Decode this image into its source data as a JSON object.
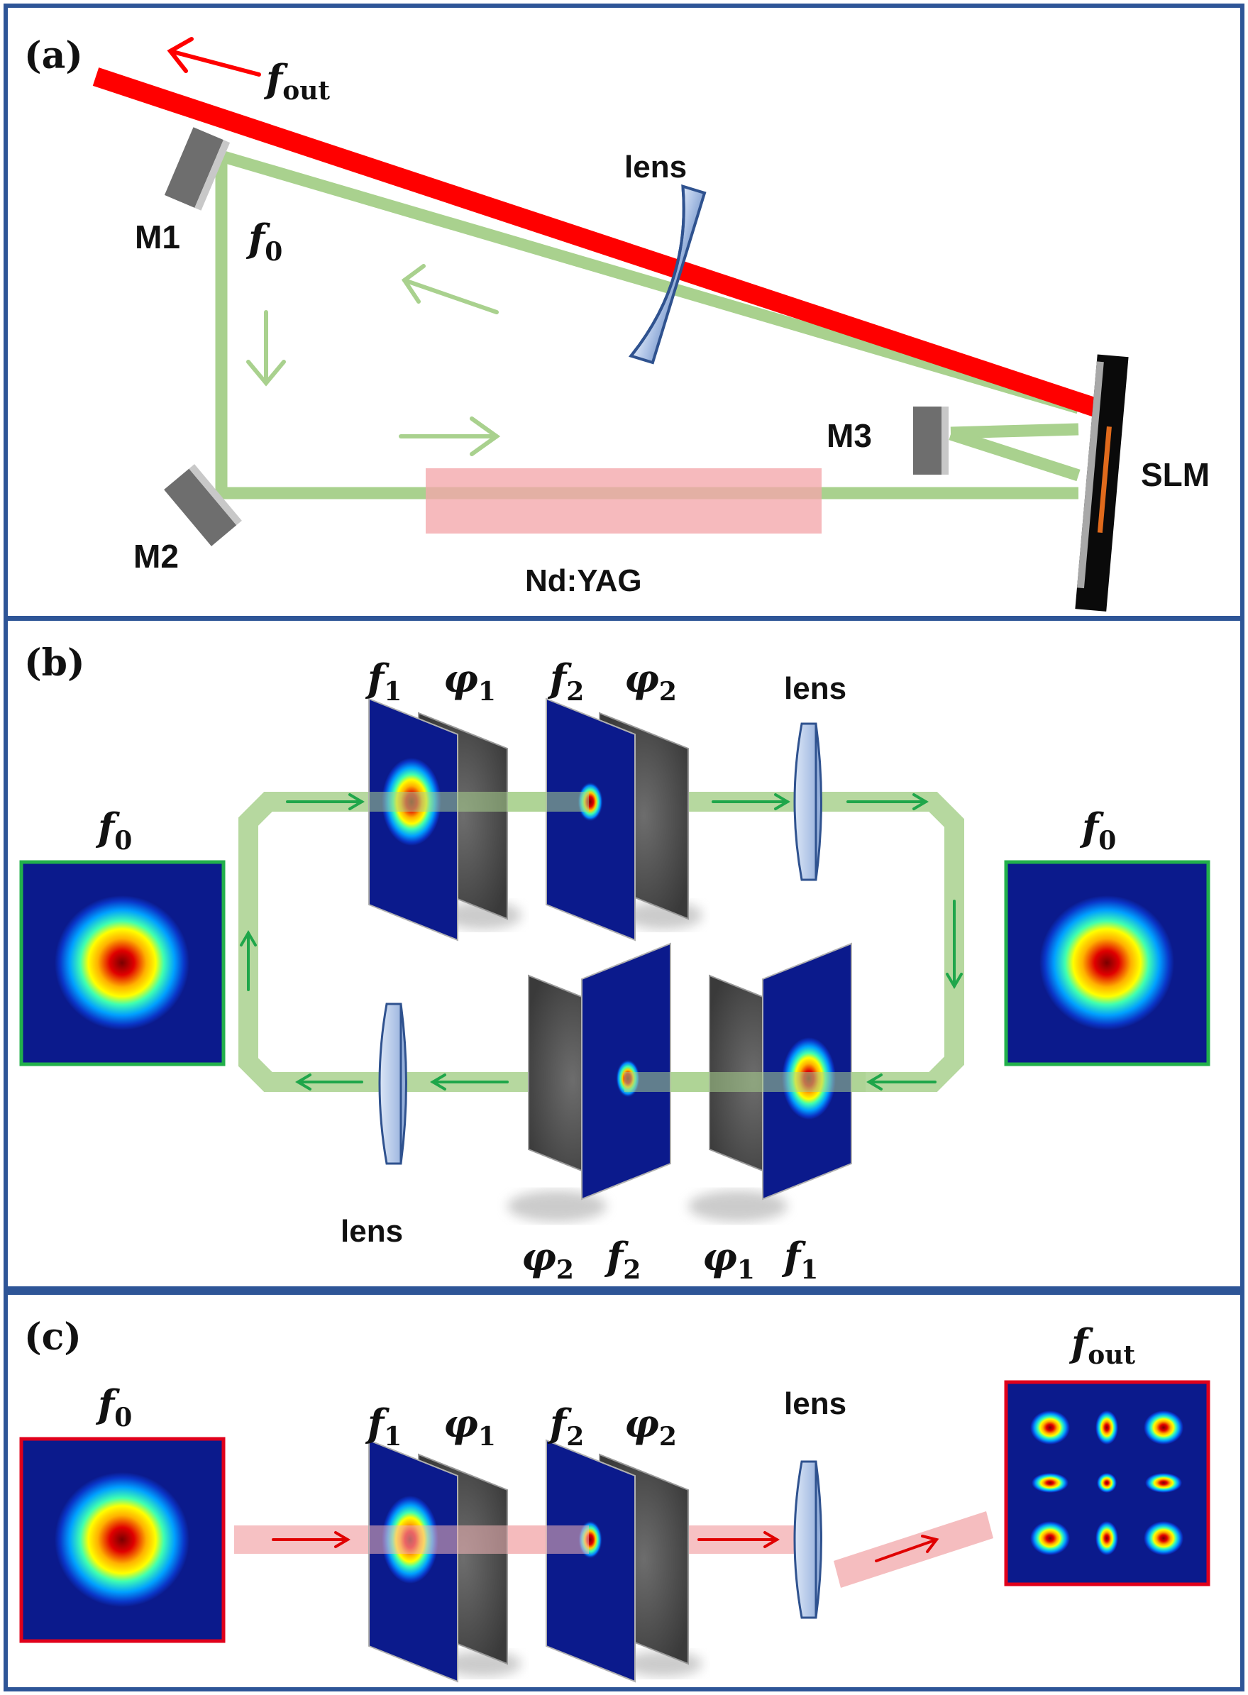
{
  "panel_a": {
    "tag": "(a)",
    "f_out": {
      "base": "f",
      "sub": "out"
    },
    "f0": {
      "base": "f",
      "sub": "0"
    },
    "lens": "lens",
    "m1": "M1",
    "m2": "M2",
    "m3": "M3",
    "slm": "SLM",
    "crystal": "Nd:YAG"
  },
  "panel_b": {
    "tag": "(b)",
    "f0_left": {
      "base": "f",
      "sub": "0"
    },
    "f0_right": {
      "base": "f",
      "sub": "0"
    },
    "top": {
      "f1": {
        "base": "f",
        "sub": "1"
      },
      "phi1": {
        "base": "φ",
        "sub": "1"
      },
      "f2": {
        "base": "f",
        "sub": "2"
      },
      "phi2": {
        "base": "φ",
        "sub": "2"
      },
      "lens": "lens"
    },
    "bottom": {
      "phi2": {
        "base": "φ",
        "sub": "2"
      },
      "f2": {
        "base": "f",
        "sub": "2"
      },
      "phi1": {
        "base": "φ",
        "sub": "1"
      },
      "f1": {
        "base": "f",
        "sub": "1"
      },
      "lens": "lens"
    }
  },
  "panel_c": {
    "tag": "(c)",
    "f0": {
      "base": "f",
      "sub": "0"
    },
    "f1": {
      "base": "f",
      "sub": "1"
    },
    "phi1": {
      "base": "φ",
      "sub": "1"
    },
    "f2": {
      "base": "f",
      "sub": "2"
    },
    "phi2": {
      "base": "φ",
      "sub": "2"
    },
    "lens": "lens",
    "f_out": {
      "base": "f",
      "sub": "out"
    }
  },
  "colors": {
    "frame": "#2e5597",
    "green_beam": "#a9d18e",
    "red_beam": "#ff0000",
    "pink_beam": "#f4b6b8",
    "green_arrow": "#1fa64a",
    "red_arrow": "#e00000",
    "lens_fill": "#b4c7e7",
    "lens_stroke": "#2f528f",
    "plot_bg": "#0b1a8c",
    "green_frame": "#22b04b",
    "red_frame": "#e0001b"
  }
}
